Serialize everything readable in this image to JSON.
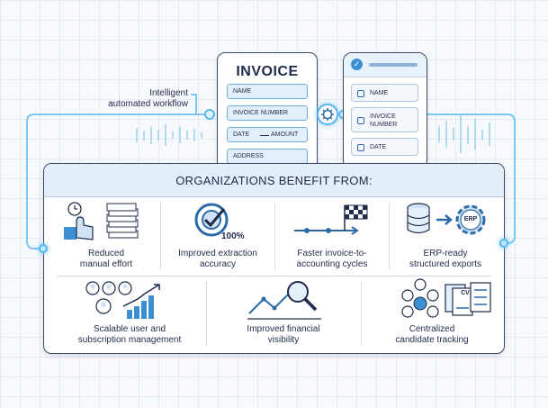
{
  "invoice_form": {
    "title": "INVOICE",
    "fields": [
      "NAME",
      "INVOICE NUMBER",
      "DATE",
      "AMOUNT",
      "ADDRESS"
    ]
  },
  "structured_output": {
    "fields": [
      "NAME",
      "INVOICE NUMBER",
      "DATE"
    ]
  },
  "workflow_label": {
    "line1": "Intelligent",
    "line2": "automated workflow"
  },
  "badge_100": "100%",
  "erp_badge": "ERP",
  "cv_badge": "CV",
  "benefits": {
    "title": "ORGANIZATIONS BENEFIT FROM:",
    "items": [
      {
        "line1": "Reduced",
        "line2": "manual effort",
        "icon": "hand-paper-stack-icon"
      },
      {
        "line1": "Improved extraction",
        "line2": "accuracy",
        "icon": "accuracy-target-icon"
      },
      {
        "line1": "Faster invoice-to-",
        "line2": "accounting cycles",
        "icon": "finish-flag-icon"
      },
      {
        "line1": "ERP-ready",
        "line2": "structured exports",
        "icon": "database-to-erp-icon"
      },
      {
        "line1": "Scalable user and",
        "line2": "subscription management",
        "icon": "users-growth-icon"
      },
      {
        "line1": "Improved financial",
        "line2": "visibility",
        "icon": "chart-magnifier-icon"
      },
      {
        "line1": "Centralized",
        "line2": "candidate tracking",
        "icon": "candidate-documents-icon"
      }
    ]
  },
  "colors": {
    "accent": "#3c8fd1",
    "glow": "#5ab4ec",
    "outline": "#3d4b66",
    "field_fill": "#e3f0fb",
    "header_fill": "#e3eefa"
  }
}
